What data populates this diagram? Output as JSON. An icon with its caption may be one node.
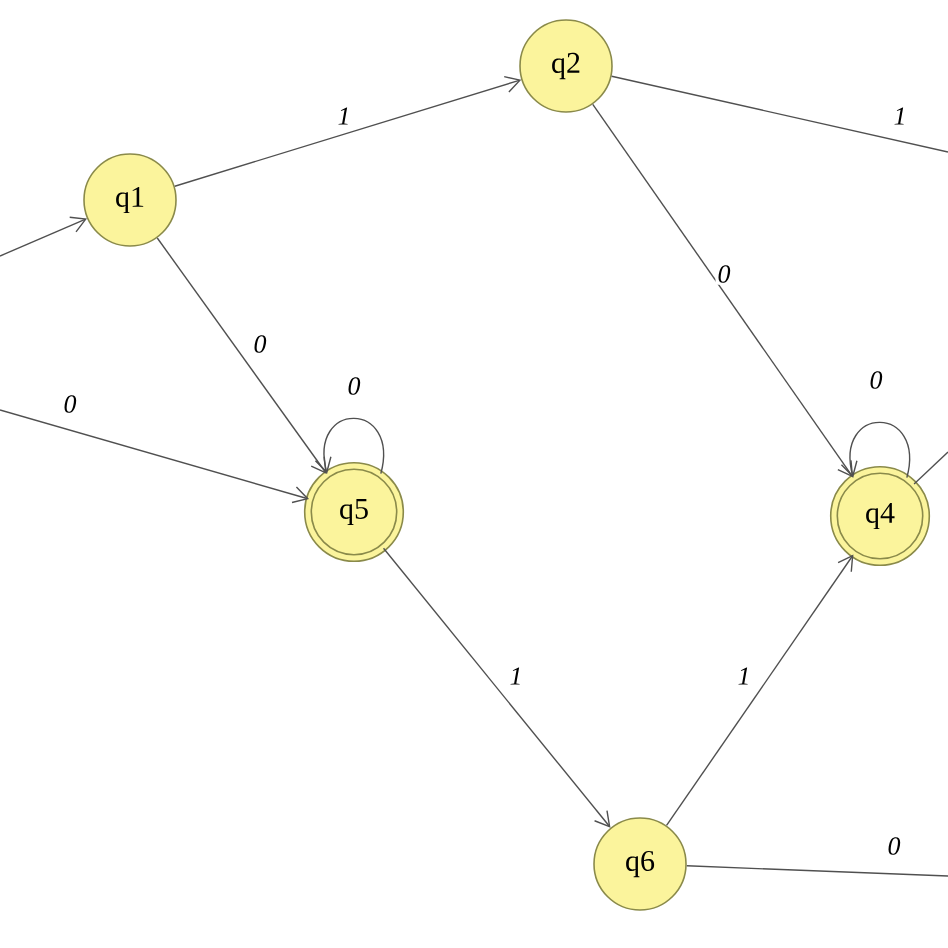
{
  "diagram": {
    "nodes": [
      {
        "text": [
          "q1"
        ]
      },
      {
        "text": [
          "q2"
        ]
      },
      {
        "text": [
          "q5"
        ]
      },
      {
        "text": [
          "q4"
        ]
      },
      {
        "text": [
          "q6"
        ]
      }
    ],
    "edges": [
      {
        "from": null,
        "to": 0,
        "arrow": "to"
      },
      {
        "from": 0,
        "to": 1,
        "label": "1",
        "arrow": "to"
      },
      {
        "from": 0,
        "to": 2,
        "label": "0",
        "arrow": "to"
      },
      {
        "from": null,
        "to": 2,
        "label": "0",
        "arrow": "to"
      },
      {
        "from": 2,
        "to": 2,
        "label": "0",
        "arrow": "to"
      },
      {
        "from": 1,
        "to": 3,
        "label": "0",
        "arrow": "to"
      },
      {
        "from": 1,
        "to": null,
        "label": "1",
        "arrow": "none"
      },
      {
        "from": 3,
        "to": 3,
        "label": "0",
        "arrow": "to"
      },
      {
        "from": 2,
        "to": 4,
        "label": "1",
        "arrow": "to"
      },
      {
        "from": 4,
        "to": 3,
        "label": "1",
        "arrow": "to"
      },
      {
        "from": 4,
        "to": null,
        "label": "0",
        "arrow": "none"
      },
      {
        "from": 3,
        "to": null,
        "arrow": "none"
      }
    ]
  }
}
